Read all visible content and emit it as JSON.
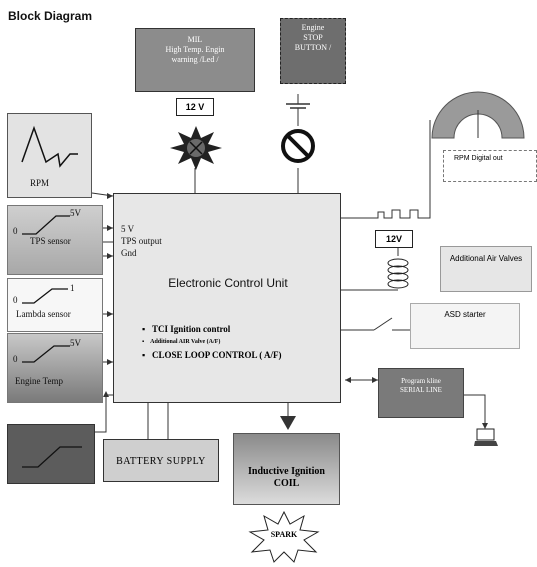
{
  "title": "Block Diagram",
  "mil": {
    "line1": "MIL",
    "line2": "High Temp. Engin",
    "line3": "warning /Led /"
  },
  "engine_stop": {
    "line1": "Engine",
    "line2": "STOP",
    "line3": "BUTTON /"
  },
  "voltage_top": "12 V",
  "voltage_right": "12V",
  "rpm_label": "RPM",
  "tps": {
    "level": "5V",
    "zero": "0",
    "label": "TPS sensor"
  },
  "lambda": {
    "level": "1",
    "zero": "0",
    "label": "Lambda sensor"
  },
  "engine_temp": {
    "level": "5V",
    "zero": "0",
    "label": "Engine Temp"
  },
  "ecu": {
    "pin1": "5 V",
    "pin2": "TPS output",
    "pin3": "Gnd",
    "title": "Electronic Control Unit",
    "features": [
      "TCI Ignition control",
      "Additional AIR Valve (A/F)",
      "CLOSE LOOP CONTROL ( A/F)"
    ]
  },
  "battery": "BATTERY  SUPPLY",
  "coil": {
    "line1": "Inductive Ignition",
    "line2": "COIL"
  },
  "spark": "SPARK",
  "additional_air": "Additional Air Valves",
  "asd": "ASD starter",
  "program": {
    "line1": "Program kline",
    "line2": "SERIAL LINE"
  },
  "rpm_digital": "RPM Digital out"
}
